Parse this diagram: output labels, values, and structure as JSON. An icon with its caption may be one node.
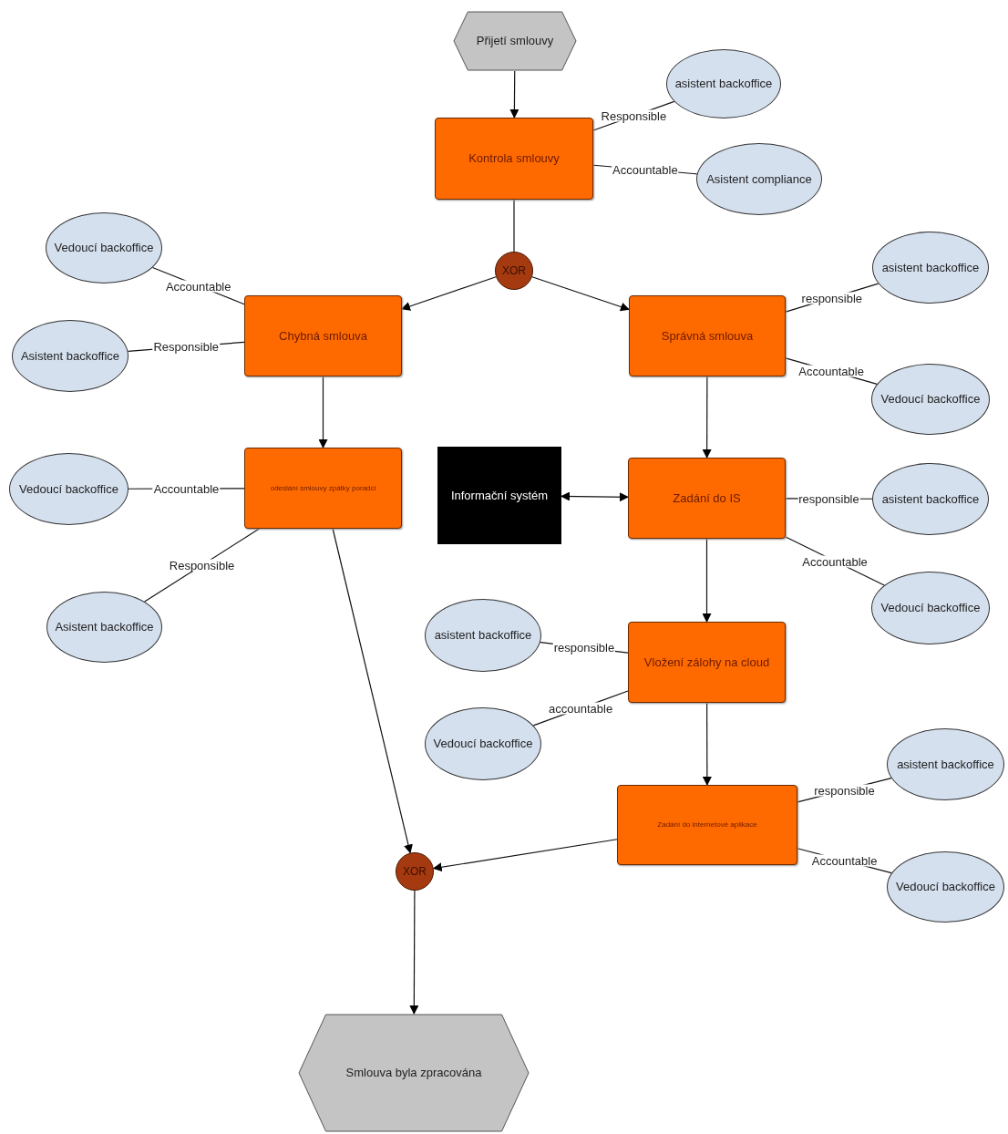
{
  "diagram": {
    "nodes": [
      {
        "text": [
          "Přijetí smlouvy"
        ]
      },
      {
        "text": [
          "Kontrola smlouvy"
        ]
      },
      {
        "text": [
          "asistent backoffice"
        ]
      },
      {
        "text": [
          "Asistent compliance"
        ]
      },
      {
        "text": [
          "XOR"
        ]
      },
      {
        "text": [
          "Vedoucí backoffice"
        ]
      },
      {
        "text": [
          "Asistent backoffice"
        ]
      },
      {
        "text": [
          "Chybná smlouva"
        ]
      },
      {
        "text": [
          "Správná smlouva"
        ]
      },
      {
        "text": [
          "asistent backoffice"
        ]
      },
      {
        "text": [
          "Vedoucí backoffice"
        ]
      },
      {
        "text": [
          "Vedoucí backoffice"
        ]
      },
      {
        "text": [
          "odeslání smlouvy zpátky poradci"
        ]
      },
      {
        "text": [
          "Asistent backoffice"
        ]
      },
      {
        "text": [
          "Informační systém"
        ]
      },
      {
        "text": [
          "Zadání do IS"
        ]
      },
      {
        "text": [
          "asistent backoffice"
        ]
      },
      {
        "text": [
          "Vedoucí backoffice"
        ]
      },
      {
        "text": [
          "asistent backoffice"
        ]
      },
      {
        "text": [
          "Vedoucí backoffice"
        ]
      },
      {
        "text": [
          "Vložení zálohy na cloud"
        ]
      },
      {
        "text": [
          "asistent backoffice"
        ]
      },
      {
        "text": [
          "Zadání do internetové aplikace"
        ]
      },
      {
        "text": [
          "Vedoucí backoffice"
        ]
      },
      {
        "text": [
          "XOR"
        ]
      },
      {
        "text": [
          "Smlouva byla zpracována"
        ]
      }
    ],
    "edges": [
      {
        "from": 0,
        "to": 1,
        "arrow": "to"
      },
      {
        "from": 1,
        "to": 2,
        "arrow": "none",
        "label": "Responsible"
      },
      {
        "from": 1,
        "to": 3,
        "arrow": "none",
        "label": "Accountable"
      },
      {
        "from": 1,
        "to": 4,
        "arrow": "none"
      },
      {
        "from": 4,
        "to": 7,
        "arrow": "to"
      },
      {
        "from": 4,
        "to": 8,
        "arrow": "to"
      },
      {
        "from": 7,
        "to": 5,
        "arrow": "none",
        "label": "Accountable"
      },
      {
        "from": 7,
        "to": 6,
        "arrow": "none",
        "label": "Responsible"
      },
      {
        "from": 8,
        "to": 9,
        "arrow": "none",
        "label": "responsible"
      },
      {
        "from": 8,
        "to": 10,
        "arrow": "none",
        "label": "Accountable"
      },
      {
        "from": 7,
        "to": 12,
        "arrow": "to"
      },
      {
        "from": 12,
        "to": 11,
        "arrow": "none",
        "label": "Accountable"
      },
      {
        "from": 12,
        "to": 13,
        "arrow": "none",
        "label": "Responsible"
      },
      {
        "from": 12,
        "to": 24,
        "arrow": "to"
      },
      {
        "from": 8,
        "to": 15,
        "arrow": "to"
      },
      {
        "from": 15,
        "to": 14,
        "arrow": "both"
      },
      {
        "from": 15,
        "to": 16,
        "arrow": "none",
        "label": "responsible"
      },
      {
        "from": 15,
        "to": 17,
        "arrow": "none",
        "label": "Accountable"
      },
      {
        "from": 15,
        "to": 20,
        "arrow": "to"
      },
      {
        "from": 20,
        "to": 18,
        "arrow": "none",
        "label": "responsible"
      },
      {
        "from": 20,
        "to": 19,
        "arrow": "none",
        "label": "accountable"
      },
      {
        "from": 20,
        "to": 22,
        "arrow": "to"
      },
      {
        "from": 22,
        "to": 21,
        "arrow": "none",
        "label": "responsible"
      },
      {
        "from": 22,
        "to": 23,
        "arrow": "none",
        "label": "Accountable"
      },
      {
        "from": 22,
        "to": 24,
        "arrow": "to"
      },
      {
        "from": 24,
        "to": 25,
        "arrow": "to"
      }
    ]
  }
}
